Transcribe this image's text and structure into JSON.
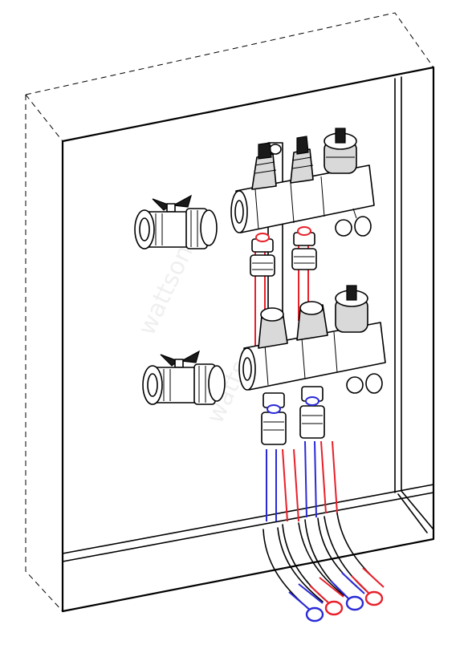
{
  "watermark": {
    "text": "wattson",
    "text_repeat": "watts"
  },
  "colors": {
    "line": "#000000",
    "supply": "#e8202a",
    "return": "#2a2ad8",
    "cabinet": "#ffffff",
    "metal_shade": "#d9d9d9"
  },
  "components": {
    "cabinet": "wall-cabinet",
    "ball_valve_upper": "ball-valve",
    "ball_valve_lower": "ball-valve",
    "manifold_upper": "supply-manifold-bar",
    "manifold_lower": "return-manifold-bar",
    "air_vent_upper": "air-vent",
    "air_vent_lower": "air-vent",
    "pipe_circuits": 4
  }
}
